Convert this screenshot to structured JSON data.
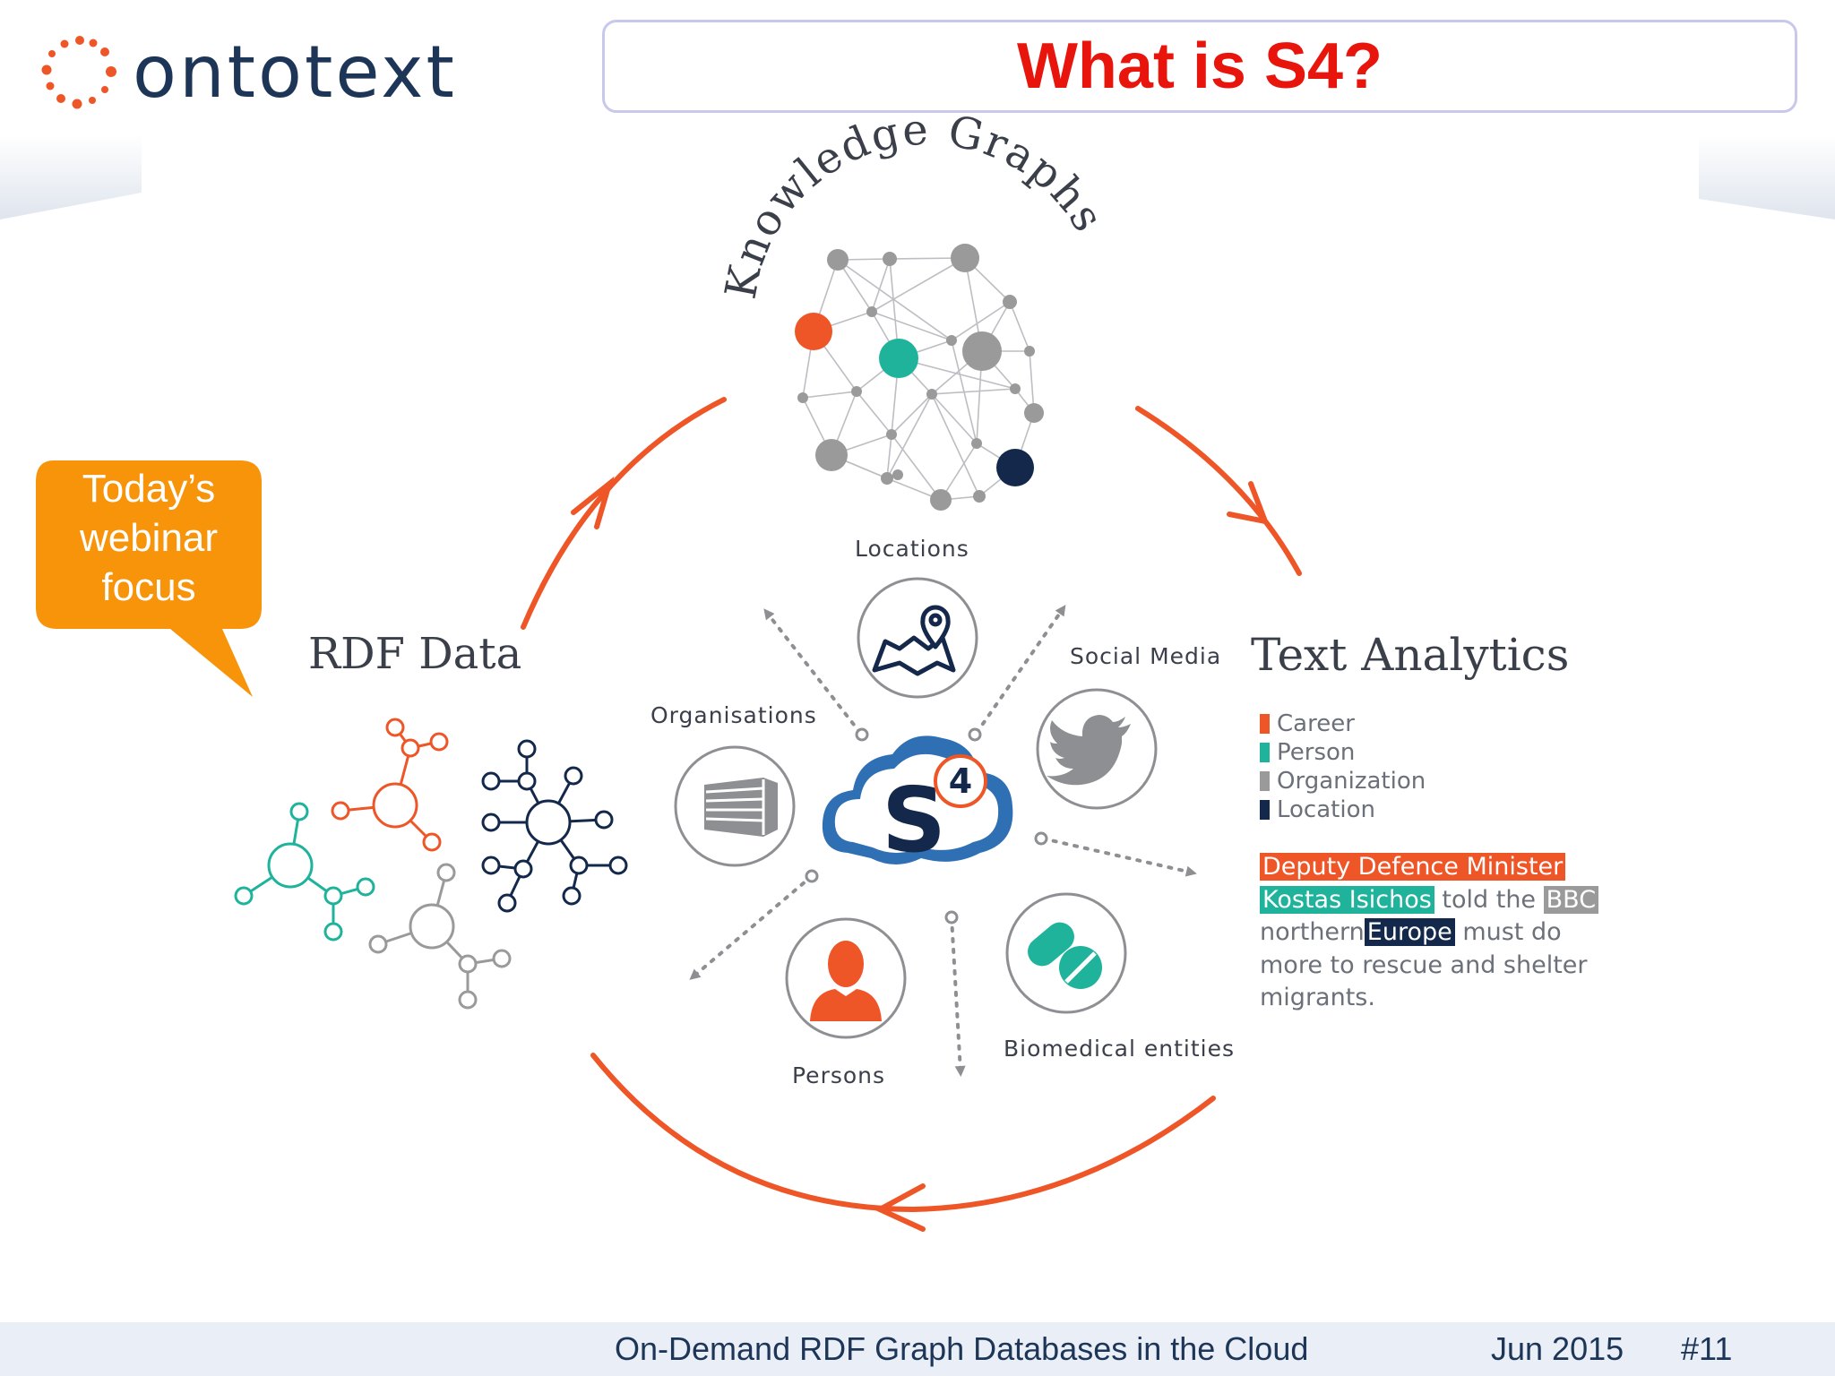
{
  "header": {
    "logo_text": "ontotext",
    "title": "What is S4?"
  },
  "callout": {
    "lines": [
      "Today’s",
      "webinar",
      "focus"
    ]
  },
  "cycle": {
    "top_label": "Knowledge Graphs",
    "left_label": "RDF Data",
    "right_label": "Text Analytics"
  },
  "entities": {
    "locations": "Locations",
    "social_media": "Social Media",
    "organisations": "Organisations",
    "persons": "Persons",
    "biomedical": "Biomedical entities",
    "center_badge": "4"
  },
  "legend": {
    "items": [
      {
        "label": "Career",
        "color": "#ee5527"
      },
      {
        "label": "Person",
        "color": "#1fb39c"
      },
      {
        "label": "Organization",
        "color": "#9a9a9a"
      },
      {
        "label": "Location",
        "color": "#13284a"
      }
    ]
  },
  "sample_text": {
    "career": "Deputy Defence Minister",
    "person": "Kostas Isichos",
    "t1": "told the",
    "org": "BBC",
    "t2": "northern",
    "location": "Europe",
    "t3": "must do",
    "t4": "more to rescue and shelter",
    "t5": "migrants."
  },
  "footer": {
    "subtitle": "On-Demand RDF Graph Databases in the Cloud",
    "date": "Jun 2015",
    "slide_number": "#11"
  },
  "colors": {
    "accent_orange": "#ee5527",
    "teal": "#1fb39c",
    "navy": "#13284a",
    "title_red": "#e8150d",
    "callout_orange": "#f7940a",
    "s4_blue": "#3a8ed0"
  }
}
